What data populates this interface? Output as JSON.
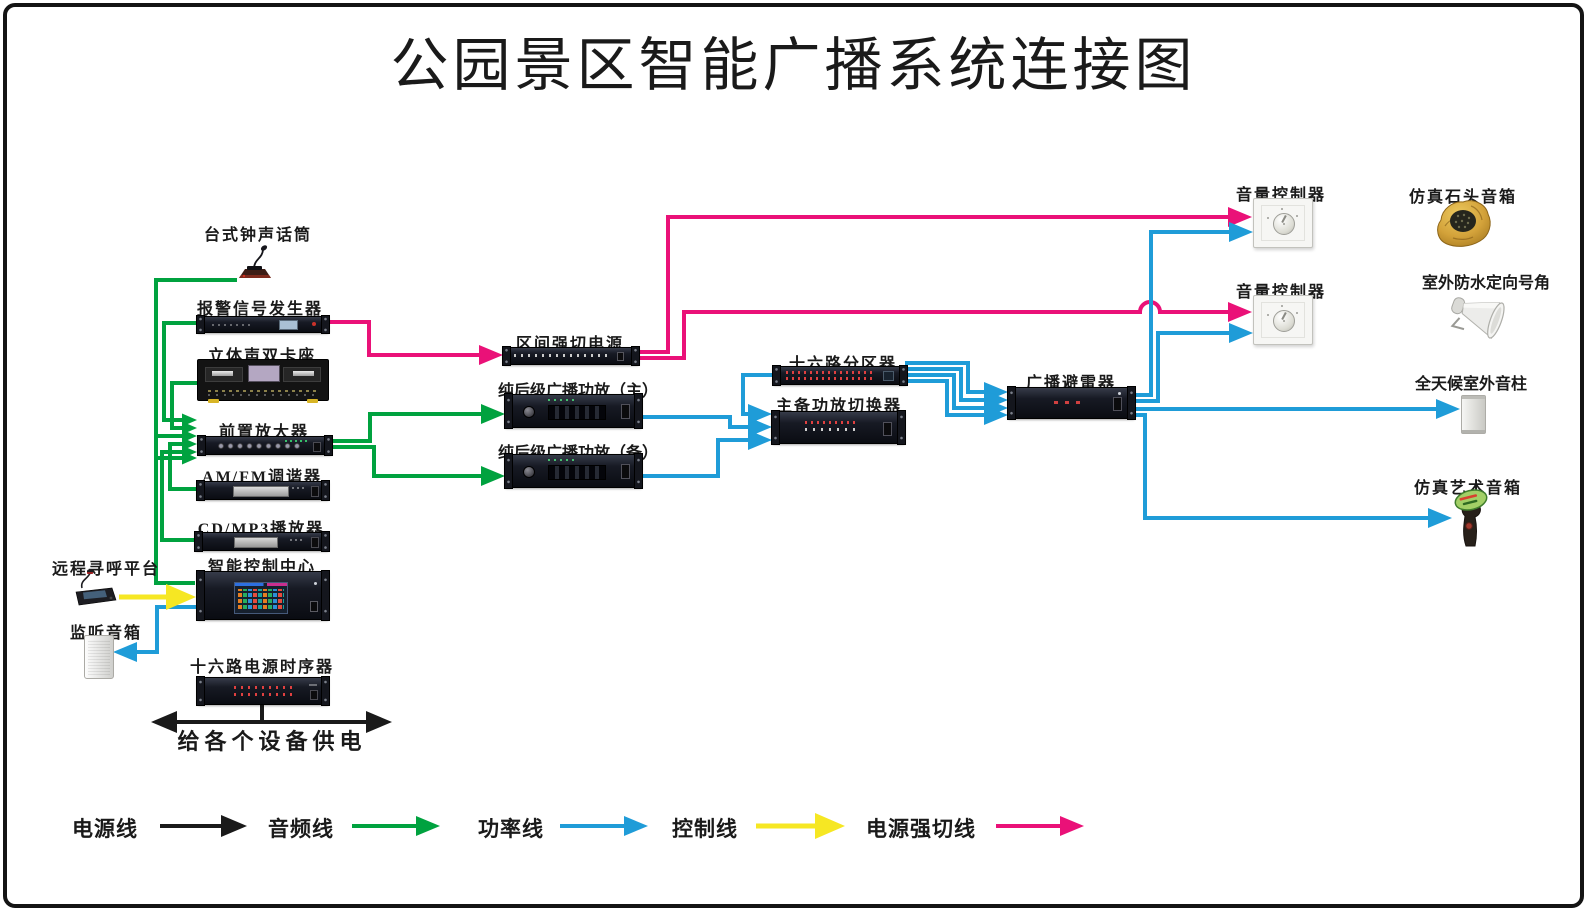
{
  "title": "公园景区智能广播系统连接图",
  "devices": {
    "desk_mic": {
      "label": "台式钟声话筒"
    },
    "alarm_generator": {
      "label": "报警信号发生器"
    },
    "cassette_deck": {
      "label": "立体声双卡座"
    },
    "preamplifier": {
      "label": "前置放大器"
    },
    "tuner": {
      "label": "AM/FM调谐器"
    },
    "cd_player": {
      "label": "CD/MP3播放器"
    },
    "control_center": {
      "label": "智能控制中心"
    },
    "paging_console": {
      "label": "远程寻呼平台"
    },
    "monitor_speaker": {
      "label": "监听音箱"
    },
    "power_sequencer": {
      "label": "十六路电源时序器"
    },
    "power_note": {
      "label": "给各个设备供电"
    },
    "zone_power": {
      "label": "区间强切电源"
    },
    "amp_main": {
      "label": "纯后级广播功放（主）"
    },
    "amp_backup": {
      "label": "纯后级广播功放（备）"
    },
    "zone_splitter": {
      "label": "十六路分区器"
    },
    "amp_switcher": {
      "label": "主备功放切换器"
    },
    "lightning_arrester": {
      "label": "广播避雷器"
    },
    "volume_controller_1": {
      "label": "音量控制器"
    },
    "volume_controller_2": {
      "label": "音量控制器"
    },
    "rock_speaker": {
      "label": "仿真石头音箱"
    },
    "horn_speaker": {
      "label": "室外防水定向号角"
    },
    "column_speaker": {
      "label": "全天候室外音柱"
    },
    "art_speaker": {
      "label": "仿真艺术音箱"
    }
  },
  "legend": {
    "items": [
      {
        "label": "电源线",
        "color": "#1a1a1a"
      },
      {
        "label": "音频线",
        "color": "#00a23f"
      },
      {
        "label": "功率线",
        "color": "#1f9cd8"
      },
      {
        "label": "控制线",
        "color": "#f6e723"
      },
      {
        "label": "电源强切线",
        "color": "#ea1178"
      }
    ]
  },
  "colors": {
    "power_line": "#1a1a1a",
    "audio_line": "#00a23f",
    "speaker_line": "#1f9cd8",
    "control_line": "#f6e723",
    "forced_cut_line": "#ea1178",
    "background": "#ffffff",
    "frame": "#141414"
  }
}
